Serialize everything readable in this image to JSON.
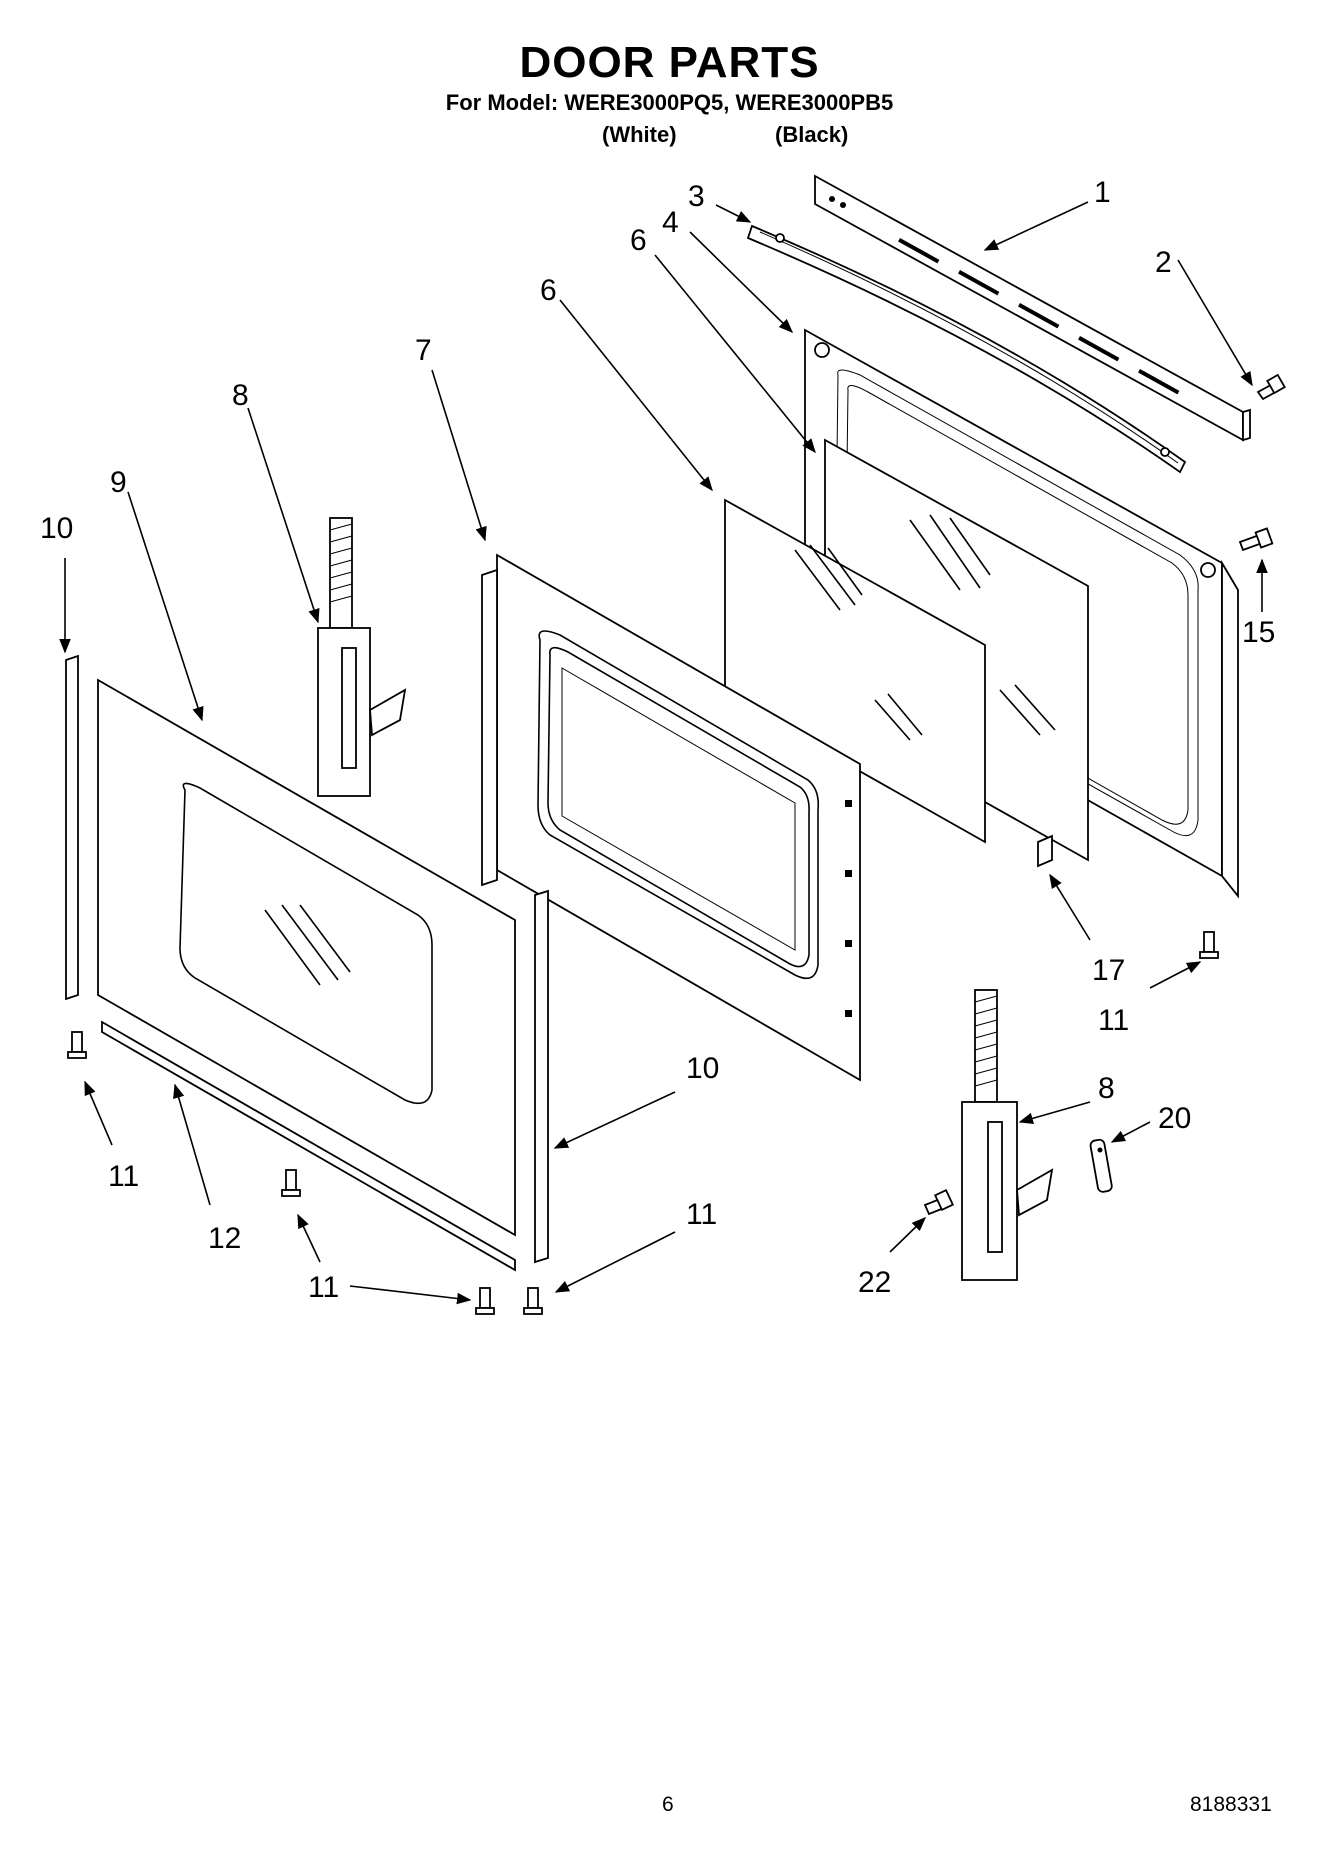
{
  "header": {
    "title": "DOOR PARTS",
    "model_line": "For Model: WERE3000PQ5, WERE3000PB5",
    "variant_white": "(White)",
    "variant_black": "(Black)"
  },
  "callouts": {
    "c1": "1",
    "c2": "2",
    "c3": "3",
    "c4": "4",
    "c6a": "6",
    "c6b": "6",
    "c7": "7",
    "c8a": "8",
    "c8b": "8",
    "c9": "9",
    "c10a": "10",
    "c10b": "10",
    "c11a": "11",
    "c11b": "11",
    "c11c": "11",
    "c11d": "11",
    "c12": "12",
    "c15": "15",
    "c17": "17",
    "c20": "20",
    "c22": "22"
  },
  "footer": {
    "page_number": "6",
    "doc_number": "8188331"
  }
}
